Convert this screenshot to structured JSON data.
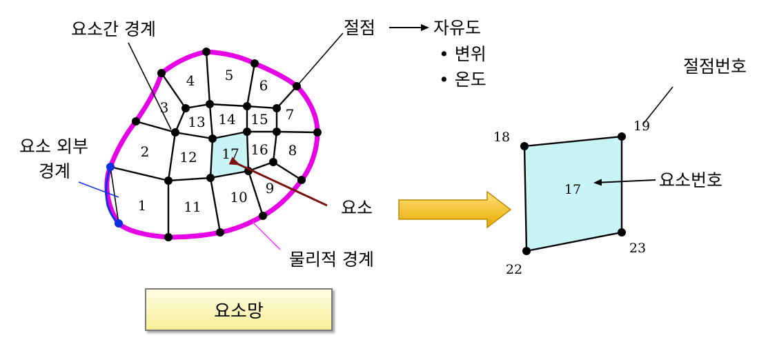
{
  "labels": {
    "inter_element_boundary": "요소간 경계",
    "node": "절점",
    "dof": "자유도",
    "dof_items": [
      "• 변위",
      "• 온도"
    ],
    "outer_boundary_line1": "요소 외부",
    "outer_boundary_line2": "경계",
    "element": "요소",
    "physical_boundary": "물리적 경계",
    "node_number": "절점번호",
    "element_number": "요소번호",
    "mesh": "요소망"
  },
  "mesh_elements": [
    "1",
    "2",
    "3",
    "4",
    "5",
    "6",
    "7",
    "8",
    "9",
    "10",
    "11",
    "12",
    "13",
    "14",
    "15",
    "16",
    "17"
  ],
  "detail_element": {
    "id": "17",
    "nodes": {
      "top_left": "18",
      "top_right": "19",
      "bottom_left": "22",
      "bottom_right": "23"
    }
  },
  "colors": {
    "physical_boundary": "#e600e6",
    "highlight_element": "#c8f4f6",
    "outer_boundary": "#1030e0",
    "element_arrow": "#7a1010",
    "big_arrow": "#f2b800",
    "physical_leader": "#ff40ff"
  }
}
